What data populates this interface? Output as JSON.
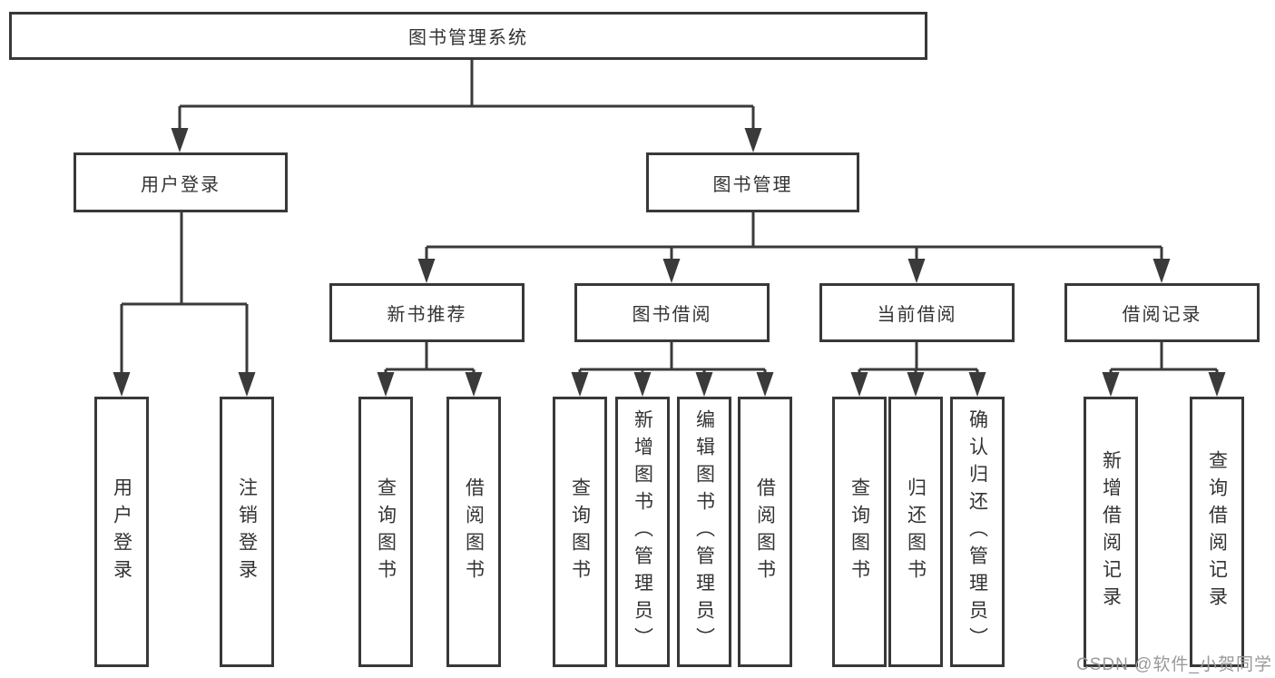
{
  "root": {
    "label": "图书管理系统"
  },
  "level2": [
    {
      "label": "用户登录",
      "parent": "图书管理系统"
    },
    {
      "label": "图书管理",
      "parent": "图书管理系统"
    }
  ],
  "level3": [
    {
      "label": "新书推荐",
      "parent": "图书管理"
    },
    {
      "label": "图书借阅",
      "parent": "图书管理"
    },
    {
      "label": "当前借阅",
      "parent": "图书管理"
    },
    {
      "label": "借阅记录",
      "parent": "图书管理"
    }
  ],
  "leaves": [
    {
      "label": "用户登录",
      "parent": "用户登录"
    },
    {
      "label": "注销登录",
      "parent": "用户登录"
    },
    {
      "label": "查询图书",
      "parent": "新书推荐"
    },
    {
      "label": "借阅图书",
      "parent": "新书推荐"
    },
    {
      "label": "查询图书",
      "parent": "图书借阅"
    },
    {
      "label": "新增图书（管理员）",
      "parent": "图书借阅"
    },
    {
      "label": "编辑图书（管理员）",
      "parent": "图书借阅"
    },
    {
      "label": "借阅图书",
      "parent": "图书借阅"
    },
    {
      "label": "查询图书",
      "parent": "当前借阅"
    },
    {
      "label": "归还图书",
      "parent": "当前借阅"
    },
    {
      "label": "确认归还（管理员）",
      "parent": "当前借阅"
    },
    {
      "label": "新增借阅记录",
      "parent": "借阅记录"
    },
    {
      "label": "查询借阅记录",
      "parent": "借阅记录"
    }
  ],
  "watermark": "CSDN @软件_小贺同学",
  "colors": {
    "line": "#3a3a3a",
    "box_border": "#383838",
    "box_fill": "#ffffff",
    "text": "#333333",
    "watermark": "#999999",
    "background": "#ffffff"
  }
}
